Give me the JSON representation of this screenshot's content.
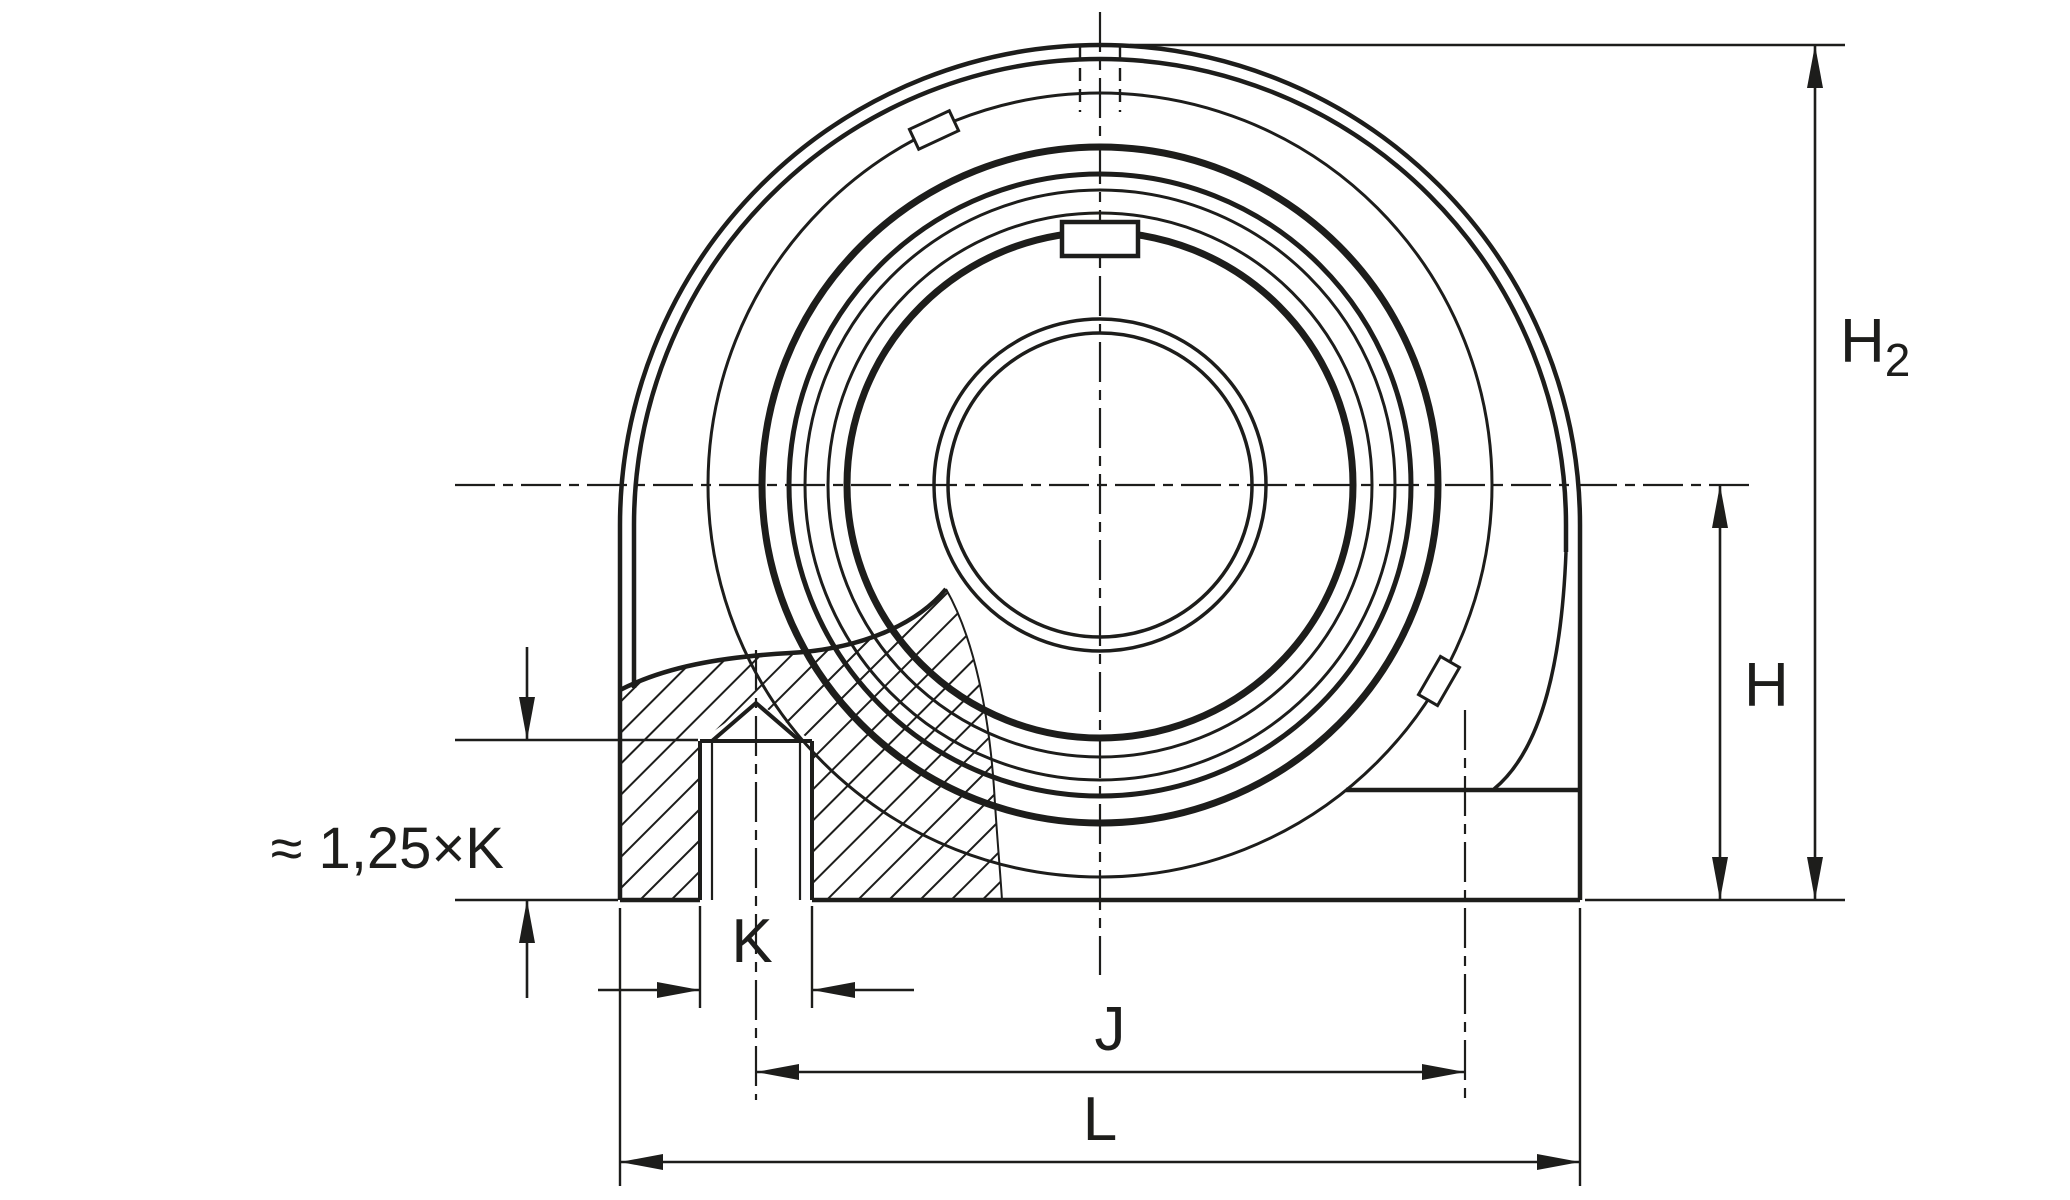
{
  "document": {
    "type": "technical_dimension_drawing",
    "subject": "Tapped-base bearing housing unit, front view with sectioned mounting hole",
    "background_color": "#ffffff",
    "line_color": "#1d1d1b"
  },
  "labels": {
    "h2_base": "H",
    "h2_sub": "2",
    "h": "H",
    "depth": "≈ 1,25×K",
    "k": "K",
    "j": "J",
    "l": "L"
  }
}
